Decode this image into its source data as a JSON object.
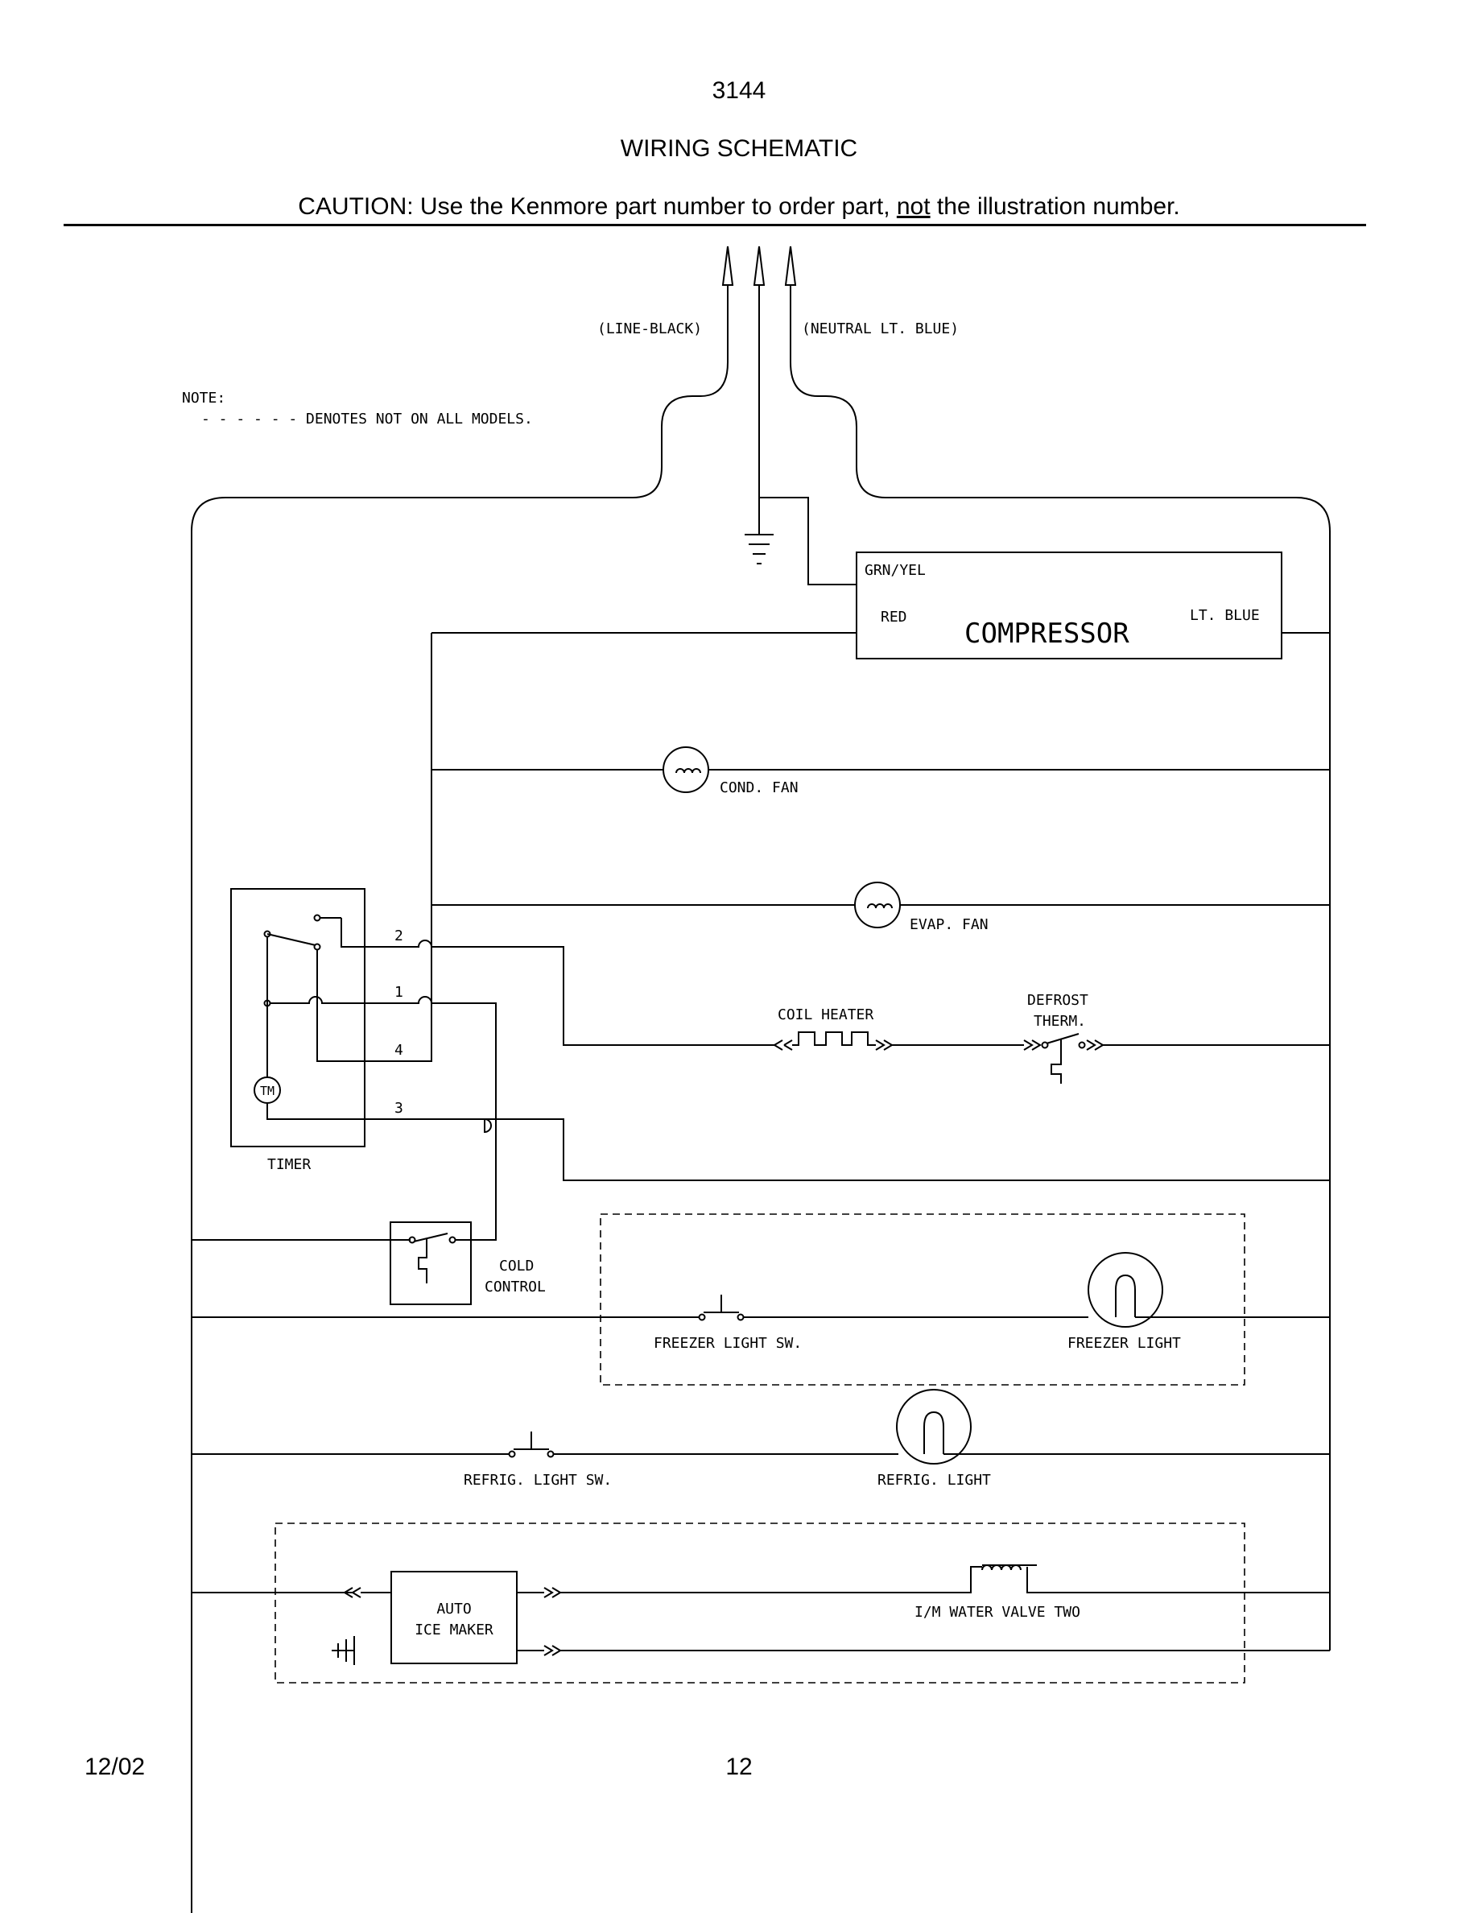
{
  "header": {
    "model_number": "3144",
    "title": "WIRING SCHEMATIC",
    "caution_before": "CAUTION: Use the Kenmore part number to order part, ",
    "caution_underlined": "not",
    "caution_after": " the illustration number."
  },
  "footer": {
    "date": "12/02",
    "page": "12"
  },
  "diagram": {
    "supply": {
      "line_label": "(LINE-BLACK)",
      "neutral_label": "(NEUTRAL LT. BLUE)"
    },
    "note": {
      "heading": "NOTE:",
      "text": "- - - - - - DENOTES NOT ON ALL MODELS."
    },
    "compressor": {
      "name": "COMPRESSOR",
      "ground_label": "GRN/YEL",
      "left_label": "RED",
      "right_label": "LT. BLUE"
    },
    "cond_fan": "COND. FAN",
    "evap_fan": "EVAP. FAN",
    "coil_heater": "COIL HEATER",
    "defrost_therm_line1": "DEFROST",
    "defrost_therm_line2": "THERM.",
    "timer": {
      "name": "TIMER",
      "motor": "TM",
      "terminals": [
        "2",
        "1",
        "4",
        "3"
      ]
    },
    "cold_control_line1": "COLD",
    "cold_control_line2": "CONTROL",
    "freezer_light_sw": "FREEZER LIGHT SW.",
    "freezer_light": "FREEZER LIGHT",
    "refrig_light_sw": "REFRIG. LIGHT SW.",
    "refrig_light": "REFRIG. LIGHT",
    "ice_maker_line1": "AUTO",
    "ice_maker_line2": "ICE MAKER",
    "water_valve": "I/M WATER VALVE TWO"
  }
}
